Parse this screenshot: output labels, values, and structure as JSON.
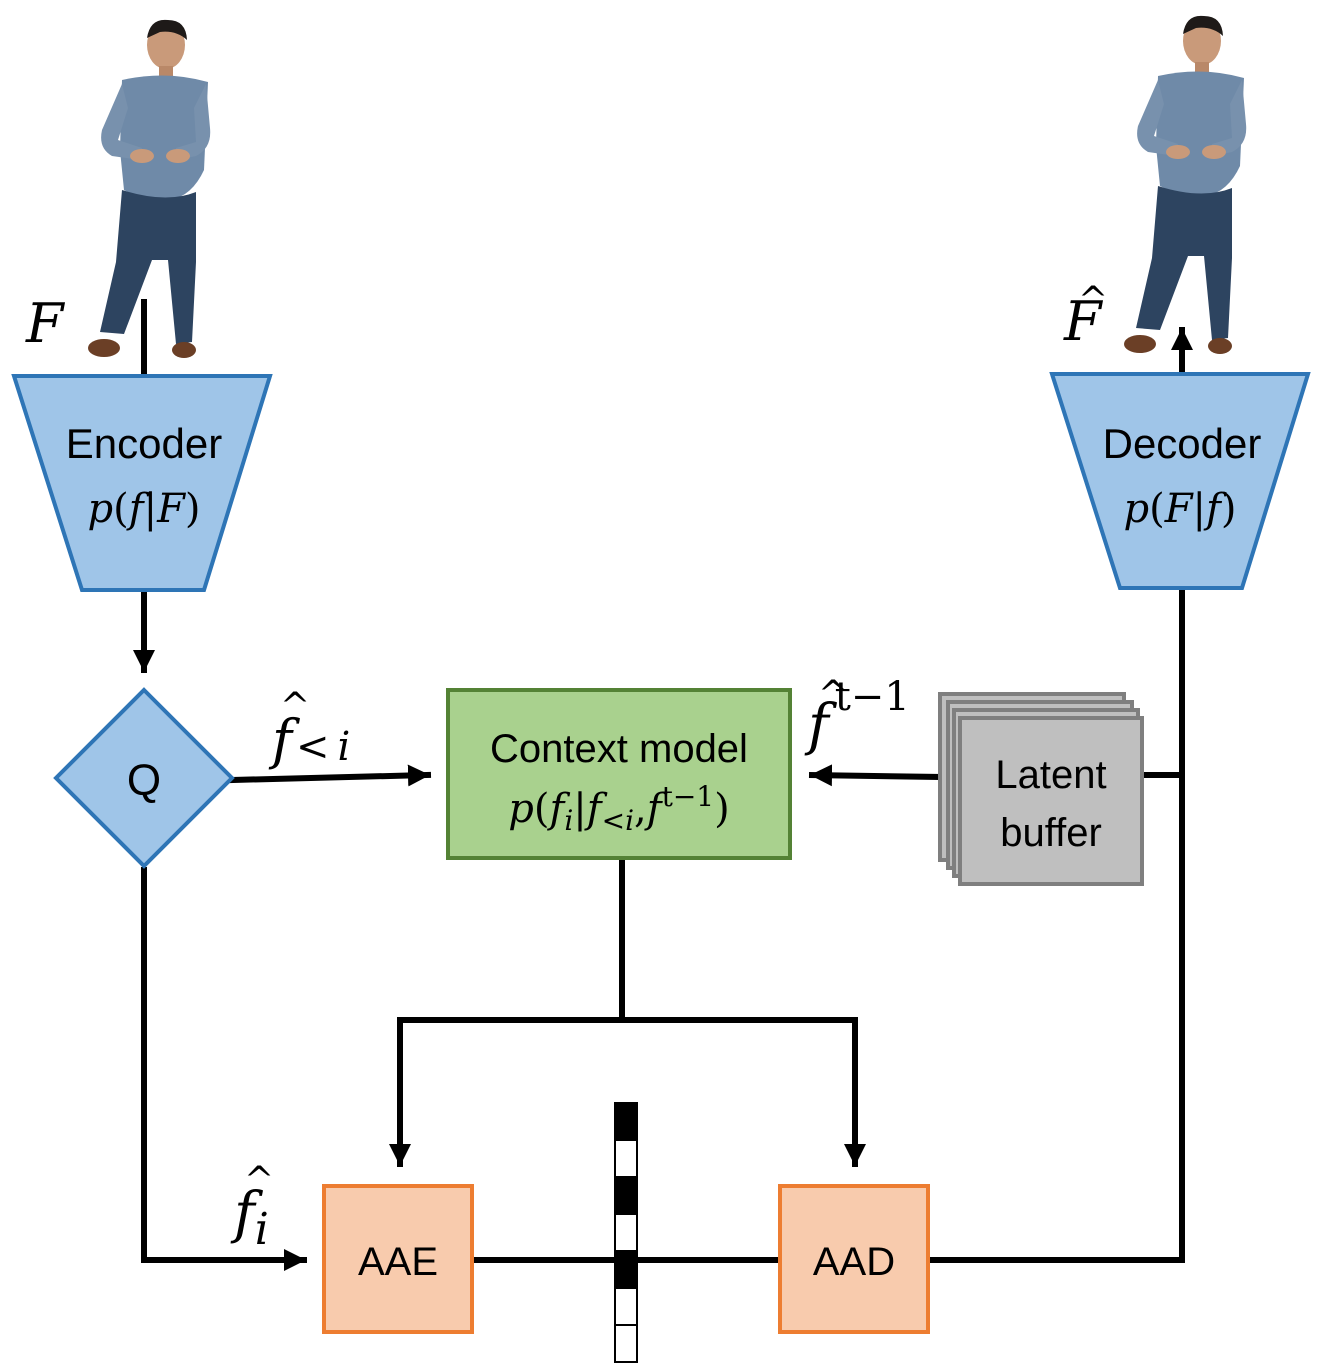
{
  "encoder": {
    "title": "Encoder",
    "formula_p": "p",
    "formula_open": "(",
    "formula_a": "f",
    "formula_bar": "|",
    "formula_b": "F",
    "formula_close": ")"
  },
  "decoder": {
    "title": "Decoder",
    "formula_p": "p",
    "formula_open": "(",
    "formula_a": "F",
    "formula_bar": "|",
    "formula_b": "f",
    "formula_close": ")"
  },
  "quantizer": {
    "label": "Q"
  },
  "context_model": {
    "title": "Context model",
    "f1": "f",
    "i1": "i",
    "bar": "|",
    "f2": "f",
    "lt": "<",
    "i2": "i",
    "comma": ",",
    "f3": "f",
    "sup": "t−1",
    "p": "p",
    "open": "(",
    "close": ")"
  },
  "latent_buffer": {
    "line1": "Latent",
    "line2": "buffer"
  },
  "aae": {
    "label": "AAE"
  },
  "aad": {
    "label": "AAD"
  },
  "labels": {
    "input_F": "F",
    "output_F": "F",
    "hat": "^",
    "f_lt_i_f": "f",
    "f_lt_i_lt": "<",
    "f_lt_i_i": "i",
    "f_prev_f": "f",
    "f_prev_sup": "t−1",
    "f_i_f": "f",
    "f_i_sub": "i"
  },
  "bitstream": [
    "black",
    "white",
    "black",
    "white",
    "black",
    "white",
    "white"
  ],
  "colors": {
    "blue_fill": "#9fc5e8",
    "blue_stroke": "#2e75b6",
    "green_fill": "#a9d18e",
    "green_stroke": "#548235",
    "orange_fill": "#f8cbad",
    "orange_stroke": "#ed7d31",
    "gray_fill": "#bfbfbf",
    "gray_stroke": "#7f7f7f"
  }
}
